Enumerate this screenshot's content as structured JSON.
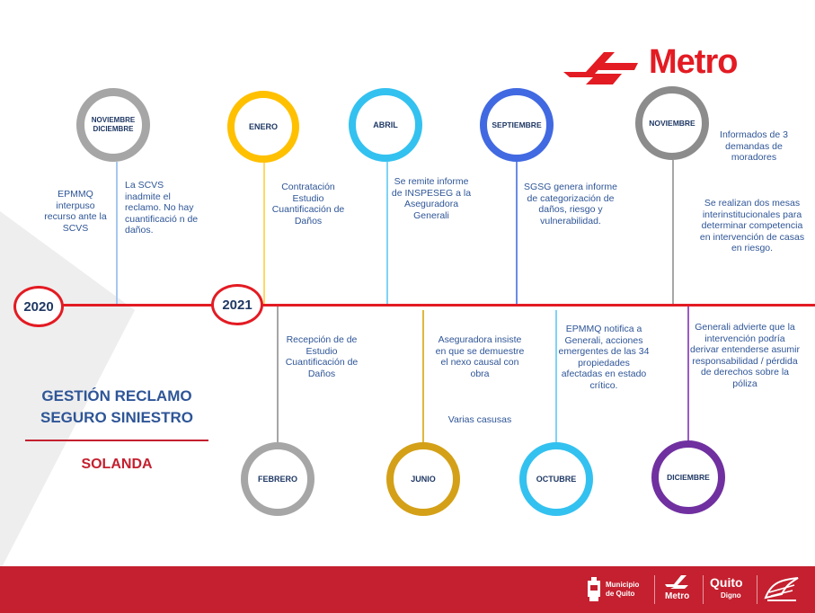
{
  "brand": {
    "name": "Metro",
    "color": "#e31b23"
  },
  "title": {
    "line1": "GESTIÓN RECLAMO",
    "line2": "SEGURO SINIESTRO",
    "subtitle": "SOLANDA"
  },
  "years": {
    "y2020": "2020",
    "y2021": "2021"
  },
  "months": {
    "nov_dic": {
      "line1": "NOVIEMBRE",
      "line2": "DICIEMBRE",
      "color": "#a6a6a6"
    },
    "enero": {
      "label": "ENERO",
      "color": "#ffc000"
    },
    "abril": {
      "label": "ABRIL",
      "color": "#33c1f0"
    },
    "septiembre": {
      "label": "SEPTIEMBRE",
      "color": "#4169e1"
    },
    "noviembre": {
      "label": "NOVIEMBRE",
      "color": "#8c8c8c"
    },
    "febrero": {
      "label": "FEBRERO",
      "color": "#a6a6a6"
    },
    "junio": {
      "label": "JUNIO",
      "color": "#d4a017"
    },
    "octubre": {
      "label": "OCTUBRE",
      "color": "#33c1f0"
    },
    "diciembre": {
      "label": "DICIEMBRE",
      "color": "#7030a0"
    }
  },
  "events": {
    "e1": "EPMMQ interpuso recurso ante la SCVS",
    "e2": "La SCVS inadmite el reclamo. No hay cuantificació n de daños.",
    "e3": "Contratación Estudio Cuantificación de Daños",
    "e4": "Se remite informe de INSPESEG a la Aseguradora Generali",
    "e5": "SGSG genera informe de categorización de daños, riesgo y vulnerabilidad.",
    "e6": "Informados de 3 demandas de moradores",
    "e7": "Se realizan dos mesas interinstitucionales para determinar competencia en intervención de casas en riesgo.",
    "e8": "Recepción de de Estudio Cuantificación de Daños",
    "e9": "Aseguradora insiste en que se demuestre el nexo causal con obra",
    "e9b": "Varias casusas",
    "e10": "EPMMQ notifica a Generali, acciones emergentes de las 34 propiedades afectadas en estado crítico.",
    "e11": "Generali advierte que la intervención podría derivar entenderse asumir responsabilidad / pérdida de derechos sobre la póliza"
  },
  "footer": {
    "municipio_line1": "Municipio",
    "municipio_line2": "de Quito",
    "metro": "Metro",
    "quito": "Quito",
    "digno": "Digno"
  }
}
